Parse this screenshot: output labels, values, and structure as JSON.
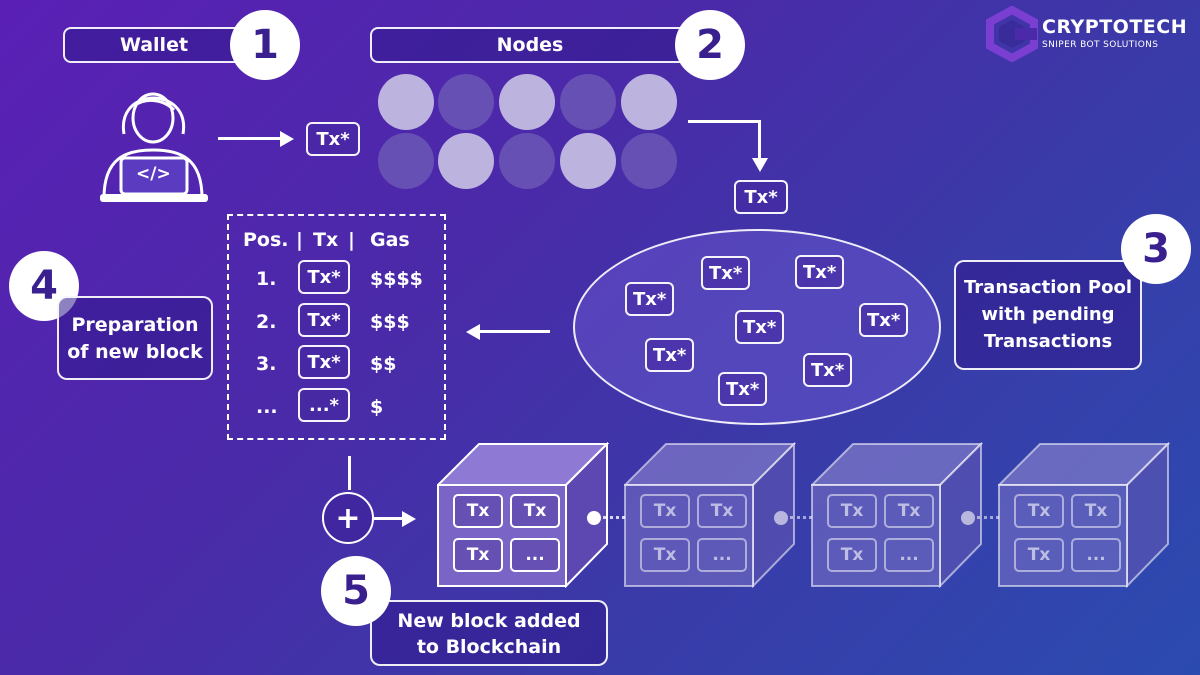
{
  "brand": {
    "name": "CRYPTOTECH",
    "tagline": "SNIPER BOT SOLUTIONS"
  },
  "steps": {
    "wallet": {
      "number": "1",
      "label": "Wallet"
    },
    "nodes": {
      "number": "2",
      "label": "Nodes"
    },
    "pool": {
      "number": "3",
      "label": "Transaction Pool with pending Transactions"
    },
    "prep": {
      "number": "4",
      "label": "Preparation of new block"
    },
    "added": {
      "number": "5",
      "label": "New block added to Blockchain"
    }
  },
  "tx_label": "Tx*",
  "laptop_code": "</>",
  "block_table": {
    "headers": {
      "pos": "Pos.",
      "tx": "Tx",
      "gas": "Gas",
      "sep": "|"
    },
    "rows": [
      {
        "pos": "1.",
        "tx": "Tx*",
        "gas": "$$$$"
      },
      {
        "pos": "2.",
        "tx": "Tx*",
        "gas": "$$$"
      },
      {
        "pos": "3.",
        "tx": "Tx*",
        "gas": "$$"
      },
      {
        "pos": "...",
        "tx": "...*",
        "gas": "$"
      }
    ]
  },
  "pool_tx": [
    "Tx*",
    "Tx*",
    "Tx*",
    "Tx*",
    "Tx*",
    "Tx*",
    "Tx*",
    "Tx*"
  ],
  "plus_symbol": "+",
  "chain_blocks": [
    {
      "cells": [
        "Tx",
        "Tx",
        "Tx",
        "..."
      ]
    },
    {
      "cells": [
        "Tx",
        "Tx",
        "Tx",
        "..."
      ]
    },
    {
      "cells": [
        "Tx",
        "Tx",
        "Tx",
        "..."
      ]
    },
    {
      "cells": [
        "Tx",
        "Tx",
        "Tx",
        "..."
      ]
    }
  ],
  "colors": {
    "node_light": "#bcb4de",
    "node_dark": "#6650b4",
    "accent": "#3a1f8f"
  }
}
